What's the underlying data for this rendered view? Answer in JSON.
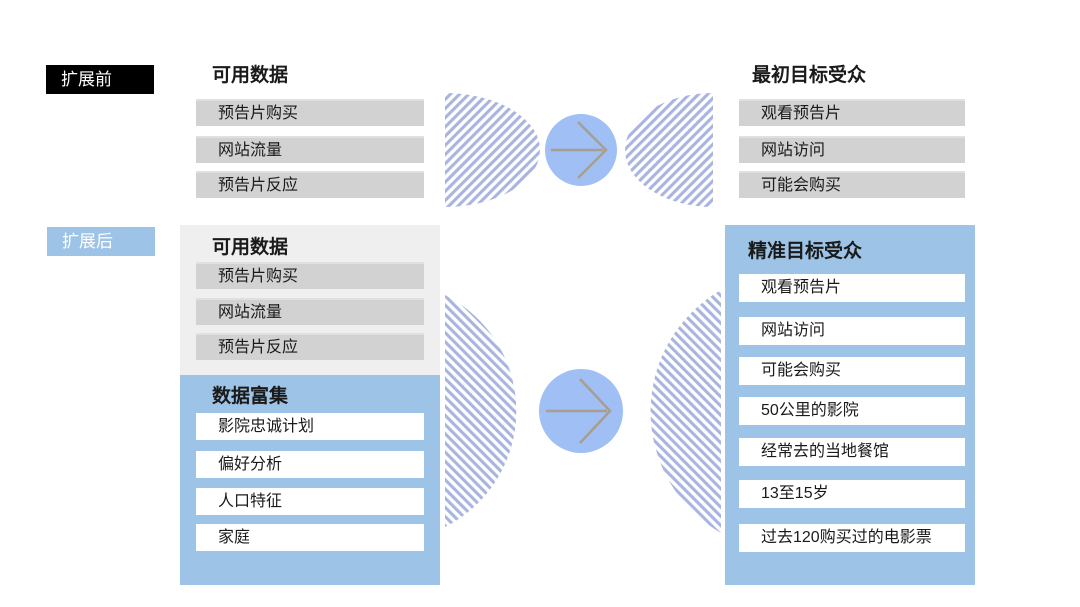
{
  "colors": {
    "accent_blue": "#9dc3e6",
    "circle_blue": "#9fbff5",
    "hatch_stripe": "#aab4e0",
    "gray_bar": "#d2d2d2",
    "light_gray_panel": "#f0eff0",
    "arrow_gray": "#a79e8f",
    "label_black": "#000000"
  },
  "before": {
    "label": "扩展前",
    "available": {
      "title": "可用数据",
      "items": [
        "预告片购买",
        "网站流量",
        "预告片反应"
      ]
    },
    "audience": {
      "title": "最初目标受众",
      "items": [
        "观看预告片",
        "网站访问",
        "可能会购买"
      ]
    }
  },
  "after": {
    "label": "扩展后",
    "available": {
      "title": "可用数据",
      "items": [
        "预告片购买",
        "网站流量",
        "预告片反应"
      ]
    },
    "enrichment": {
      "title": "数据富集",
      "items": [
        "影院忠诚计划",
        "偏好分析",
        "人口特征",
        "家庭"
      ]
    },
    "audience": {
      "title": "精准目标受众",
      "items": [
        "观看预告片",
        "网站访问",
        "可能会购买",
        "50公里的影院",
        "经常去的当地餐馆",
        "13至15岁",
        "过去120购买过的电影票"
      ]
    }
  }
}
